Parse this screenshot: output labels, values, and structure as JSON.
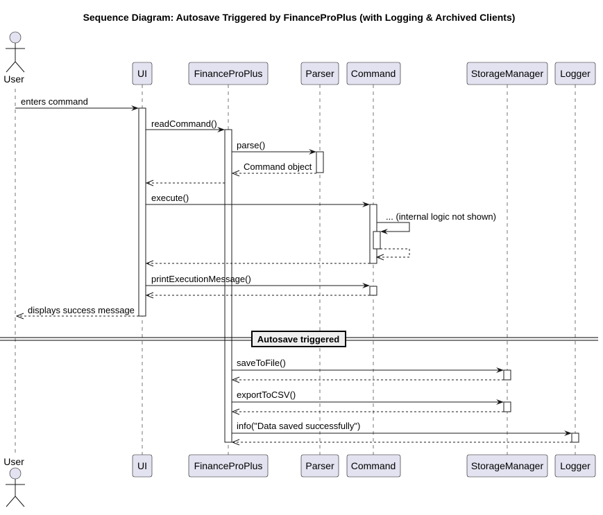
{
  "title": "Sequence Diagram: Autosave Triggered by FinanceProPlus (with Logging & Archived Clients)",
  "participants": [
    {
      "id": "user",
      "label": "User",
      "kind": "actor"
    },
    {
      "id": "ui",
      "label": "UI",
      "kind": "box"
    },
    {
      "id": "fpp",
      "label": "FinanceProPlus",
      "kind": "box"
    },
    {
      "id": "parser",
      "label": "Parser",
      "kind": "box"
    },
    {
      "id": "command",
      "label": "Command",
      "kind": "box"
    },
    {
      "id": "storage",
      "label": "StorageManager",
      "kind": "box"
    },
    {
      "id": "logger",
      "label": "Logger",
      "kind": "box"
    }
  ],
  "messages": [
    {
      "id": "m1",
      "from": "user",
      "to": "ui",
      "label": "enters command",
      "dashed": false
    },
    {
      "id": "m2",
      "from": "ui",
      "to": "fpp",
      "label": "readCommand()",
      "dashed": false
    },
    {
      "id": "m3",
      "from": "fpp",
      "to": "parser",
      "label": "parse()",
      "dashed": false
    },
    {
      "id": "m4",
      "from": "parser",
      "to": "fpp",
      "label": "Command object",
      "dashed": true
    },
    {
      "id": "m5",
      "from": "fpp",
      "to": "ui",
      "label": "",
      "dashed": true
    },
    {
      "id": "m6",
      "from": "ui",
      "to": "command",
      "label": "execute()",
      "dashed": false
    },
    {
      "id": "m7",
      "from": "command",
      "to": "command",
      "label": "... (internal logic not shown)",
      "dashed": false
    },
    {
      "id": "m8",
      "from": "command",
      "to": "command",
      "label": "",
      "dashed": true
    },
    {
      "id": "m9",
      "from": "command",
      "to": "ui",
      "label": "",
      "dashed": true
    },
    {
      "id": "m10",
      "from": "ui",
      "to": "command",
      "label": "printExecutionMessage()",
      "dashed": false
    },
    {
      "id": "m11",
      "from": "command",
      "to": "ui",
      "label": "",
      "dashed": true
    },
    {
      "id": "m12",
      "from": "ui",
      "to": "user",
      "label": "displays success message",
      "dashed": true
    },
    {
      "id": "m13",
      "from": "fpp",
      "to": "storage",
      "label": "saveToFile()",
      "dashed": false
    },
    {
      "id": "m14",
      "from": "storage",
      "to": "fpp",
      "label": "",
      "dashed": true
    },
    {
      "id": "m15",
      "from": "fpp",
      "to": "storage",
      "label": "exportToCSV()",
      "dashed": false
    },
    {
      "id": "m16",
      "from": "storage",
      "to": "fpp",
      "label": "",
      "dashed": true
    },
    {
      "id": "m17",
      "from": "fpp",
      "to": "logger",
      "label": "info(\"Data saved successfully\")",
      "dashed": false
    },
    {
      "id": "m18",
      "from": "logger",
      "to": "fpp",
      "label": "",
      "dashed": true
    }
  ],
  "divider": {
    "label": "Autosave triggered"
  }
}
